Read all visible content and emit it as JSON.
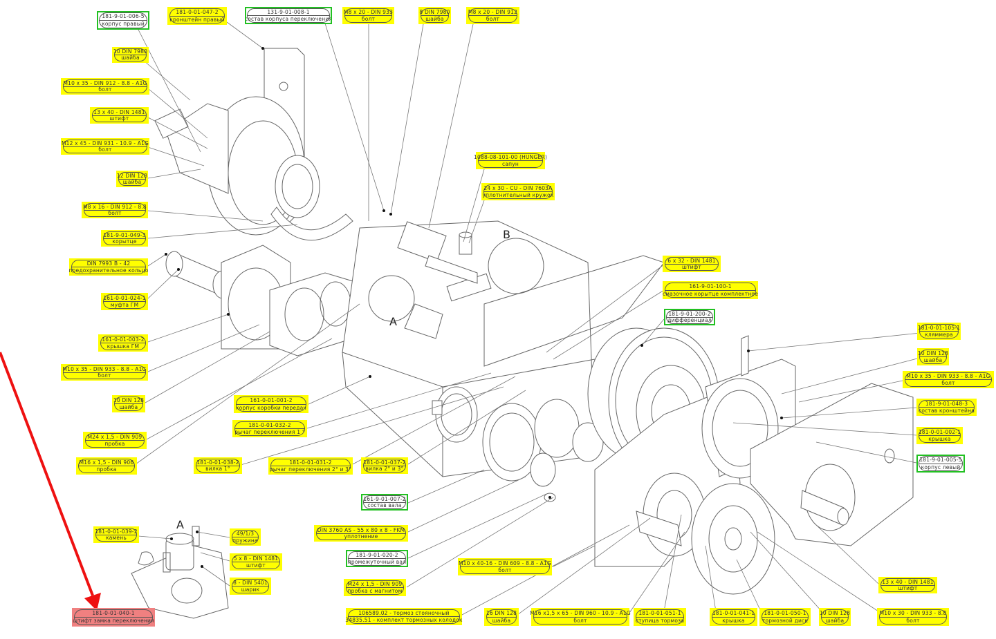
{
  "diagram": {
    "title": "Exploded view of transmission assembly",
    "view_labels": {
      "A_main": "A",
      "B_main": "B",
      "A_detail": "A"
    },
    "highlight_color": "#ffff00",
    "assembly_outline_color": "#22c022",
    "selected_color": "#f08080",
    "arrow_color": "#ee1111",
    "callouts": [
      {
        "id": "c1",
        "top": "181-9-01-006-5",
        "bottom": "корпус правый",
        "style": "green"
      },
      {
        "id": "c2",
        "top": "181-0-01-047-2",
        "bottom": "кронштейн правый",
        "style": "yellow"
      },
      {
        "id": "c3",
        "top": "131-9-01-008-1",
        "bottom": "состав корпуса переключения",
        "style": "green"
      },
      {
        "id": "c4",
        "top": "M8 x 20 - DIN 933",
        "bottom": "болт",
        "style": "yellow"
      },
      {
        "id": "c5",
        "top": "8 DIN 7980",
        "bottom": "шайба",
        "style": "yellow"
      },
      {
        "id": "c6",
        "top": "M8 x 20 - DIN 912",
        "bottom": "болт",
        "style": "yellow"
      },
      {
        "id": "c7",
        "top": "10 DIN 7980",
        "bottom": "шайба",
        "style": "yellow"
      },
      {
        "id": "c8",
        "top": "M10 x 35 - DIN 912 -  8.8 - A1G",
        "bottom": "болт",
        "style": "yellow"
      },
      {
        "id": "c9",
        "top": "13 x 40  - DIN 1481",
        "bottom": "штифт",
        "style": "yellow"
      },
      {
        "id": "c10",
        "top": "M12 x 45 - DIN 931 - 10.9 - A1G",
        "bottom": "болт",
        "style": "yellow"
      },
      {
        "id": "c11",
        "top": "12 DIN 128",
        "bottom": "шайба",
        "style": "yellow"
      },
      {
        "id": "c12",
        "top": "M8 x 16 - DIN 912 - 8.8",
        "bottom": "болт",
        "style": "yellow"
      },
      {
        "id": "c13",
        "top": "181-9-01-049-3",
        "bottom": "корытце",
        "style": "yellow"
      },
      {
        "id": "c14",
        "top": "DIN 7993 B - 42",
        "bottom": "предохранительное кольцо",
        "style": "yellow"
      },
      {
        "id": "c15",
        "top": "161-0-01-024-1",
        "bottom": "муфта ГМ",
        "style": "yellow"
      },
      {
        "id": "c16",
        "top": "161-0-01-003-2",
        "bottom": "крышка ГМ",
        "style": "yellow"
      },
      {
        "id": "c17",
        "top": "M10 x 35 - DIN 933 - 8.8 - A1G",
        "bottom": "болт",
        "style": "yellow"
      },
      {
        "id": "c18",
        "top": "10 DIN 128",
        "bottom": "шайба",
        "style": "yellow"
      },
      {
        "id": "c19",
        "top": "161-0-01-001-2",
        "bottom": "корпус коробки передач",
        "style": "yellow"
      },
      {
        "id": "c20",
        "top": "181-0-01-032-2",
        "bottom": "рычаг переключения 1 °",
        "style": "yellow"
      },
      {
        "id": "c21",
        "top": "M24 x 1,5 - DIN 909",
        "bottom": "пробка",
        "style": "yellow"
      },
      {
        "id": "c22",
        "top": "M16 x 1,5 - DIN 906",
        "bottom": "пробка",
        "style": "yellow"
      },
      {
        "id": "c23",
        "top": "181-0-01-038-2",
        "bottom": "вилка 1°",
        "style": "yellow"
      },
      {
        "id": "c24",
        "top": "181-0-01-031-2",
        "bottom": "рычаг переключения 2° и 3°",
        "style": "yellow"
      },
      {
        "id": "c25",
        "top": "181-0-01-037-2",
        "bottom": "вилка 2° и 3°",
        "style": "yellow"
      },
      {
        "id": "c26",
        "top": "1088-08-101-00 (HUNGER)",
        "bottom": "сапун",
        "style": "yellow"
      },
      {
        "id": "c27",
        "top": "24 x 30 - CU - DIN 7603A",
        "bottom": "уплотнительный кружок",
        "style": "yellow"
      },
      {
        "id": "c28",
        "top": "6 x 32  - DIN 1481",
        "bottom": "штифт",
        "style": "yellow"
      },
      {
        "id": "c29",
        "top": "161-9-01-100-1",
        "bottom": "смазочное корытце комплектное",
        "style": "yellow"
      },
      {
        "id": "c30",
        "top": "181-9-01-200-2",
        "bottom": "дифференциал",
        "style": "green"
      },
      {
        "id": "c31",
        "top": "181-0-01-105-1",
        "bottom": "кляммера",
        "style": "yellow"
      },
      {
        "id": "c32",
        "top": "10 DIN 128",
        "bottom": "шайба",
        "style": "yellow"
      },
      {
        "id": "c33",
        "top": "M10 x 35 - DIN 933 - 8.8 - A1G",
        "bottom": "болт",
        "style": "yellow"
      },
      {
        "id": "c34",
        "top": "181-9-01-048-3",
        "bottom": "состав кронштейна",
        "style": "yellow"
      },
      {
        "id": "c35",
        "top": "181-0-01-002-1",
        "bottom": "крышка",
        "style": "yellow"
      },
      {
        "id": "c36",
        "top": "181-9-01-005-5",
        "bottom": "корпус левый",
        "style": "green"
      },
      {
        "id": "c37",
        "top": "161-9-01-007-2",
        "bottom": "состав вала",
        "style": "green"
      },
      {
        "id": "c38",
        "top": "DIN 3760 AS - 55 x 80 x 8 - FKM",
        "bottom": "уплотнение",
        "style": "yellow"
      },
      {
        "id": "c39",
        "top": "181-9-01-020-2",
        "bottom": "промежуточный вал",
        "style": "green"
      },
      {
        "id": "c40",
        "top": "M10 x 40-16 - DIN 609 - 8.8 - A1G",
        "bottom": "болт",
        "style": "yellow"
      },
      {
        "id": "c41",
        "top": "M24 x 1,5 -  DIN 909",
        "bottom": "пробка с магнитом",
        "style": "yellow"
      },
      {
        "id": "c42",
        "top": "106589.02 - тормоз стояночный",
        "bottom": "34835.51 - комплект тормозных колодок",
        "style": "yellow"
      },
      {
        "id": "c43",
        "top": "16 DIN 128",
        "bottom": "шайба",
        "style": "yellow"
      },
      {
        "id": "c44",
        "top": "M16 x1,5 x 65 - DIN 960 - 10.9 - A1G",
        "bottom": "болт",
        "style": "yellow"
      },
      {
        "id": "c45",
        "top": "181-0-01-051-1",
        "bottom": "ступица тормоза",
        "style": "yellow"
      },
      {
        "id": "c46",
        "top": "181-0-01-041-1",
        "bottom": "крышка",
        "style": "yellow"
      },
      {
        "id": "c47",
        "top": "181-0-01-050-1",
        "bottom": "тормозной диск",
        "style": "yellow"
      },
      {
        "id": "c48",
        "top": "10 DIN 128",
        "bottom": "шайба",
        "style": "yellow"
      },
      {
        "id": "c49",
        "top": "13 x 40  - DIN 1481",
        "bottom": "штифт",
        "style": "yellow"
      },
      {
        "id": "c50",
        "top": "M10 x 30 - DIN 933 -  8.8",
        "bottom": "болт",
        "style": "yellow"
      },
      {
        "id": "c51",
        "top": "181-0-01-039-2",
        "bottom": "камень",
        "style": "yellow"
      },
      {
        "id": "c52",
        "top": "49/1/3",
        "bottom": "пружина",
        "style": "yellow"
      },
      {
        "id": "c53",
        "top": "5 x 8 - DIN 1481",
        "bottom": "штифт",
        "style": "yellow"
      },
      {
        "id": "c54",
        "top": "8 - DIN 5401",
        "bottom": "шарик",
        "style": "yellow"
      },
      {
        "id": "c55",
        "top": "181-0-01-040-1",
        "bottom": "штифт замка переключения",
        "style": "red"
      }
    ]
  }
}
